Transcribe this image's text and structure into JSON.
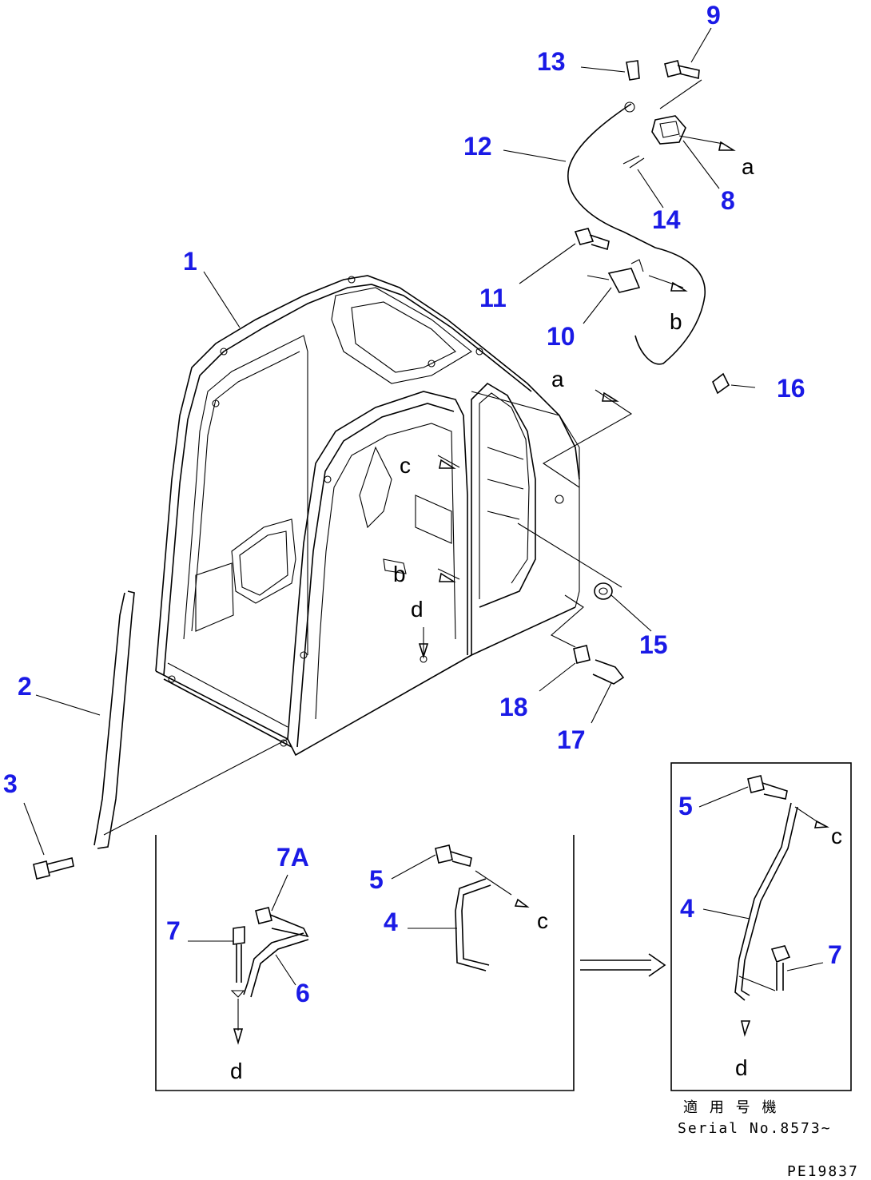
{
  "callouts": {
    "c1": "1",
    "c2": "2",
    "c3": "3",
    "c4a": "4",
    "c4b": "4",
    "c5a": "5",
    "c5b": "5",
    "c6": "6",
    "c7a": "7",
    "c7b": "7",
    "c7A": "7A",
    "c8": "8",
    "c9": "9",
    "c10": "10",
    "c11": "11",
    "c12": "12",
    "c13": "13",
    "c14": "14",
    "c15": "15",
    "c16": "16",
    "c17": "17",
    "c18": "18"
  },
  "refs": {
    "a1": "a",
    "a2": "a",
    "b1": "b",
    "b2": "b",
    "c1": "c",
    "c2": "c",
    "c3": "c",
    "d1": "d",
    "d2": "d",
    "d3": "d"
  },
  "note": {
    "applicable": "適 用 号 機",
    "serial": "Serial No.8573~"
  },
  "drawing_code": "PE19837"
}
